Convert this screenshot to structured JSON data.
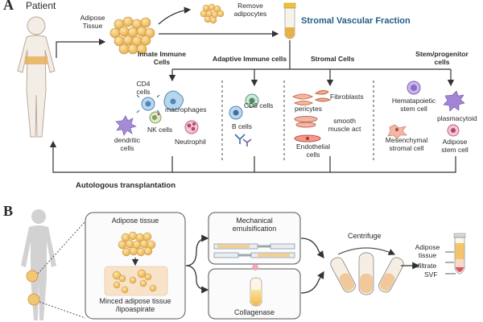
{
  "panel_a": {
    "label": "A",
    "patient": "Patient",
    "adipose": [
      "Adipose",
      "Tissue"
    ],
    "remove": [
      "Remove",
      "adipocytes"
    ],
    "svf_title": "Stromal Vascular Fraction",
    "headers": {
      "innate": [
        "Innate Immune",
        "Cells"
      ],
      "adaptive": "Adaptive Immune cells",
      "stromal": "Stromal Cells",
      "stem": [
        "Stem/progenitor",
        "cells"
      ]
    },
    "cells": {
      "cd4": [
        "CD4",
        "cells"
      ],
      "macrophages": "macrophages",
      "nk": "NK cells",
      "dendritic": [
        "dendritic",
        "cells"
      ],
      "neutrophil": "Neutrophil",
      "cd8": "CD8 cells",
      "bcells": "B cells",
      "pericytes": "pericytes",
      "fibroblasts": "Fibroblasts",
      "smooth": [
        "smooth",
        "muscle act"
      ],
      "endothelial": [
        "Endothelial",
        "cells"
      ],
      "hematopoietic": [
        "Hematapoietic",
        "stem cell"
      ],
      "plasmacytoid": "plasmacytoid",
      "mesenchymal": [
        "Mesenchymal",
        "stromal cell"
      ],
      "adipose_stem": [
        "Adipose",
        "stem cell"
      ]
    },
    "autologous": "Autologous transplantation"
  },
  "panel_b": {
    "label": "B",
    "adipose_tissue": "Adipose tissue",
    "minced": [
      "Minced adipose tissue",
      "/lipoaspirate"
    ],
    "mechanical": [
      "Mechanical",
      "emulsification"
    ],
    "collagenase": "Collagenase",
    "centrifuge": "Centrifuge",
    "layers": [
      "Adipose",
      "tissue",
      "Infiltrate",
      "SVF"
    ]
  },
  "colors": {
    "arrow": "#333333",
    "svf_blue": "#1f5d8c",
    "tube_fluid": "#f2c870",
    "fat_yellow": "#f0c66a",
    "silhouette": "#cfcfcf"
  }
}
